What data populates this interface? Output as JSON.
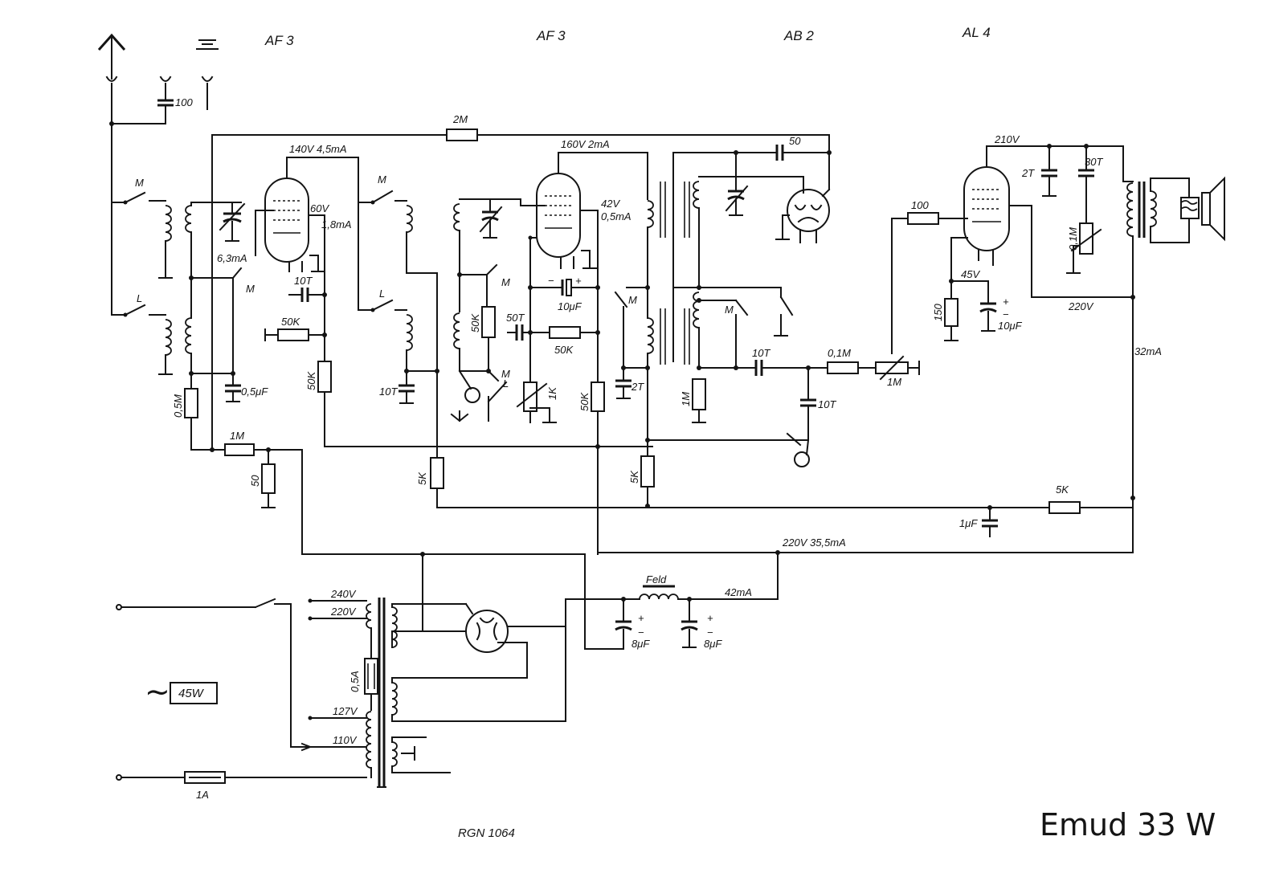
{
  "tubes": {
    "v1": "AF 3",
    "v2": "AF 3",
    "v3": "AB 2",
    "v4": "AL 4"
  },
  "labels": {
    "c_ant": "100",
    "r_2m": "2M",
    "v1_anode": "140V 4,5mA",
    "v1_screen": "60V",
    "v1_screen_i": "1,8mA",
    "v1_cathode": "6,3mA",
    "v2_anode": "160V 2mA",
    "v2_screen": "42V",
    "v2_screen_i": "0,5mA",
    "c_50": "50",
    "v4_anode": "210V",
    "c_2t_top": "2T",
    "c_30t": "30T",
    "pot_01m": "0,1M",
    "r_100": "100",
    "v4_cathode": "45V",
    "r_150": "150",
    "c_10uf_b": "10μF",
    "v4_220": "220V",
    "i_32": "32mA",
    "sw_m1": "M",
    "sw_l1": "L",
    "sw_m2": "M",
    "sw_m3": "M",
    "sw_l2": "L",
    "sw_m4": "M",
    "sw_l4": "L",
    "sw_m5": "M",
    "sw_m6": "M",
    "sw_m7": "M",
    "c_10t_a": "10T",
    "r_50k_a": "50K",
    "r_50k_b": "50K",
    "c_05uf": "0,5μF",
    "r_05m": "0,5M",
    "c_10t_b": "10T",
    "r_1m_a": "1M",
    "r_50": "50",
    "r_5k_a": "5K",
    "r_50k_c": "50K",
    "c_50t": "50T",
    "r_50k_d": "50K",
    "c_10uf_a": "10μF",
    "r_1k": "1K",
    "r_50k_e": "50K",
    "c_2t_b": "2T",
    "r_1m_b": "1M",
    "c_10t_c": "10T",
    "r_01m": "0,1M",
    "pot_1m": "1M",
    "c_10t_d": "10T",
    "r_5k_b": "5K",
    "r_5k_c": "5K",
    "c_1uf": "1μF",
    "hv_line": "220V 35,5mA",
    "choke": "Feld",
    "i_42": "42mA",
    "c_8uf_a": "8μF",
    "c_8uf_b": "8μF",
    "t_240": "240V",
    "t_220": "220V",
    "t_127": "127V",
    "t_110": "110V",
    "fuse_05": "0,5A",
    "fuse_1a": "1A",
    "power": "45W",
    "ac_symbol": "~",
    "plus": "+",
    "minus": "−"
  },
  "footer": {
    "ref": "RGN 1064",
    "model": "Emud 33 W"
  }
}
